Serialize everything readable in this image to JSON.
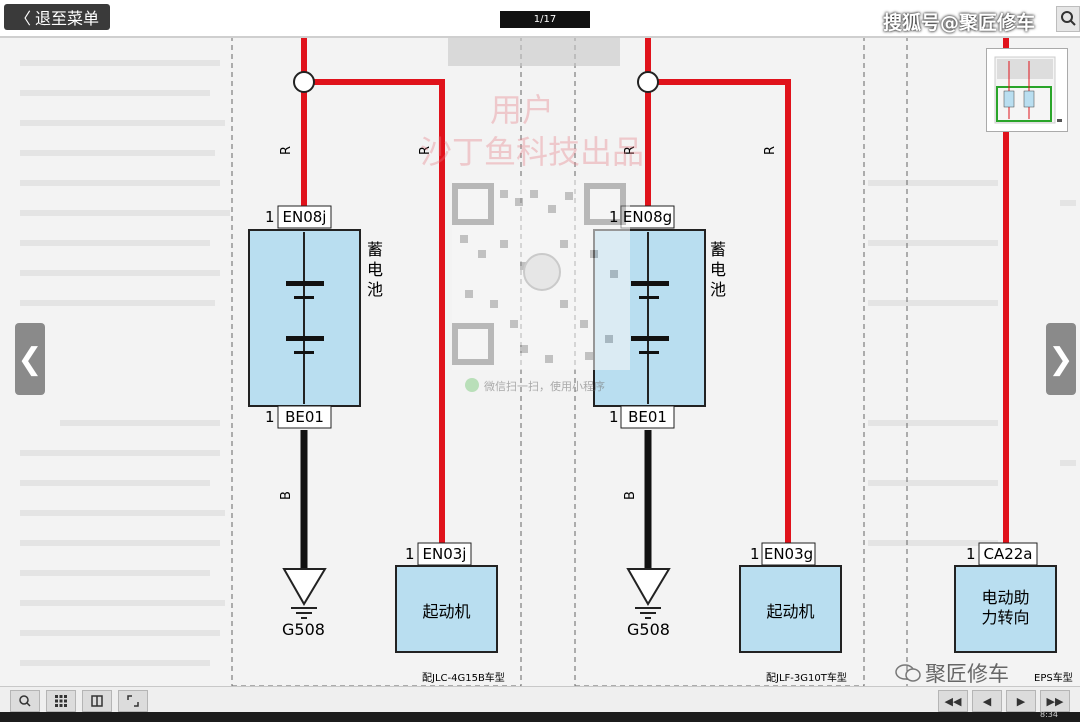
{
  "topbar": {
    "back_label": "退至菜单",
    "page_indicator": "1/17",
    "brand_watermark": "搜狐号@聚匠修车"
  },
  "nav": {
    "prev": "❮",
    "next": "❯"
  },
  "watermark": {
    "line1": "用户",
    "line2": "沙丁鱼科技出品",
    "qr_caption": "微信扫一扫，使用小程序"
  },
  "wire_colors": {
    "red": "#e0121b",
    "black": "#111111"
  },
  "diagram": {
    "wire_label_r": "R",
    "wire_label_b": "B",
    "battery_label": [
      "蓄",
      "电",
      "池"
    ],
    "pin_number": "1",
    "ground_label": "G508",
    "left": {
      "battery_top_connector": "EN08j",
      "battery_bottom_connector": "BE01",
      "starter_connector": "EN03j",
      "starter_label": "起动机",
      "model_caption": "配JLC-4G15B车型"
    },
    "middle": {
      "battery_top_connector": "EN08g",
      "battery_bottom_connector": "BE01",
      "starter_connector": "EN03g",
      "starter_label": "起动机",
      "model_caption": "配JLF-3G10T车型"
    },
    "right": {
      "eps_connector": "CA22a",
      "eps_label_line1": "电动助",
      "eps_label_line2": "力转向",
      "model_caption": "EPS车型"
    }
  },
  "brand_bottom": "聚匠修车",
  "toolbar": {
    "zoom_icon": "magnifier-icon",
    "grid_icon": "grid-icon",
    "book_icon": "book-icon",
    "fullscreen_icon": "expand-icon",
    "first_icon": "first-page-icon",
    "prev_icon": "prev-page-icon",
    "next_icon": "next-page-icon",
    "last_icon": "last-page-icon"
  },
  "taskbar": {
    "time": "8:34"
  }
}
